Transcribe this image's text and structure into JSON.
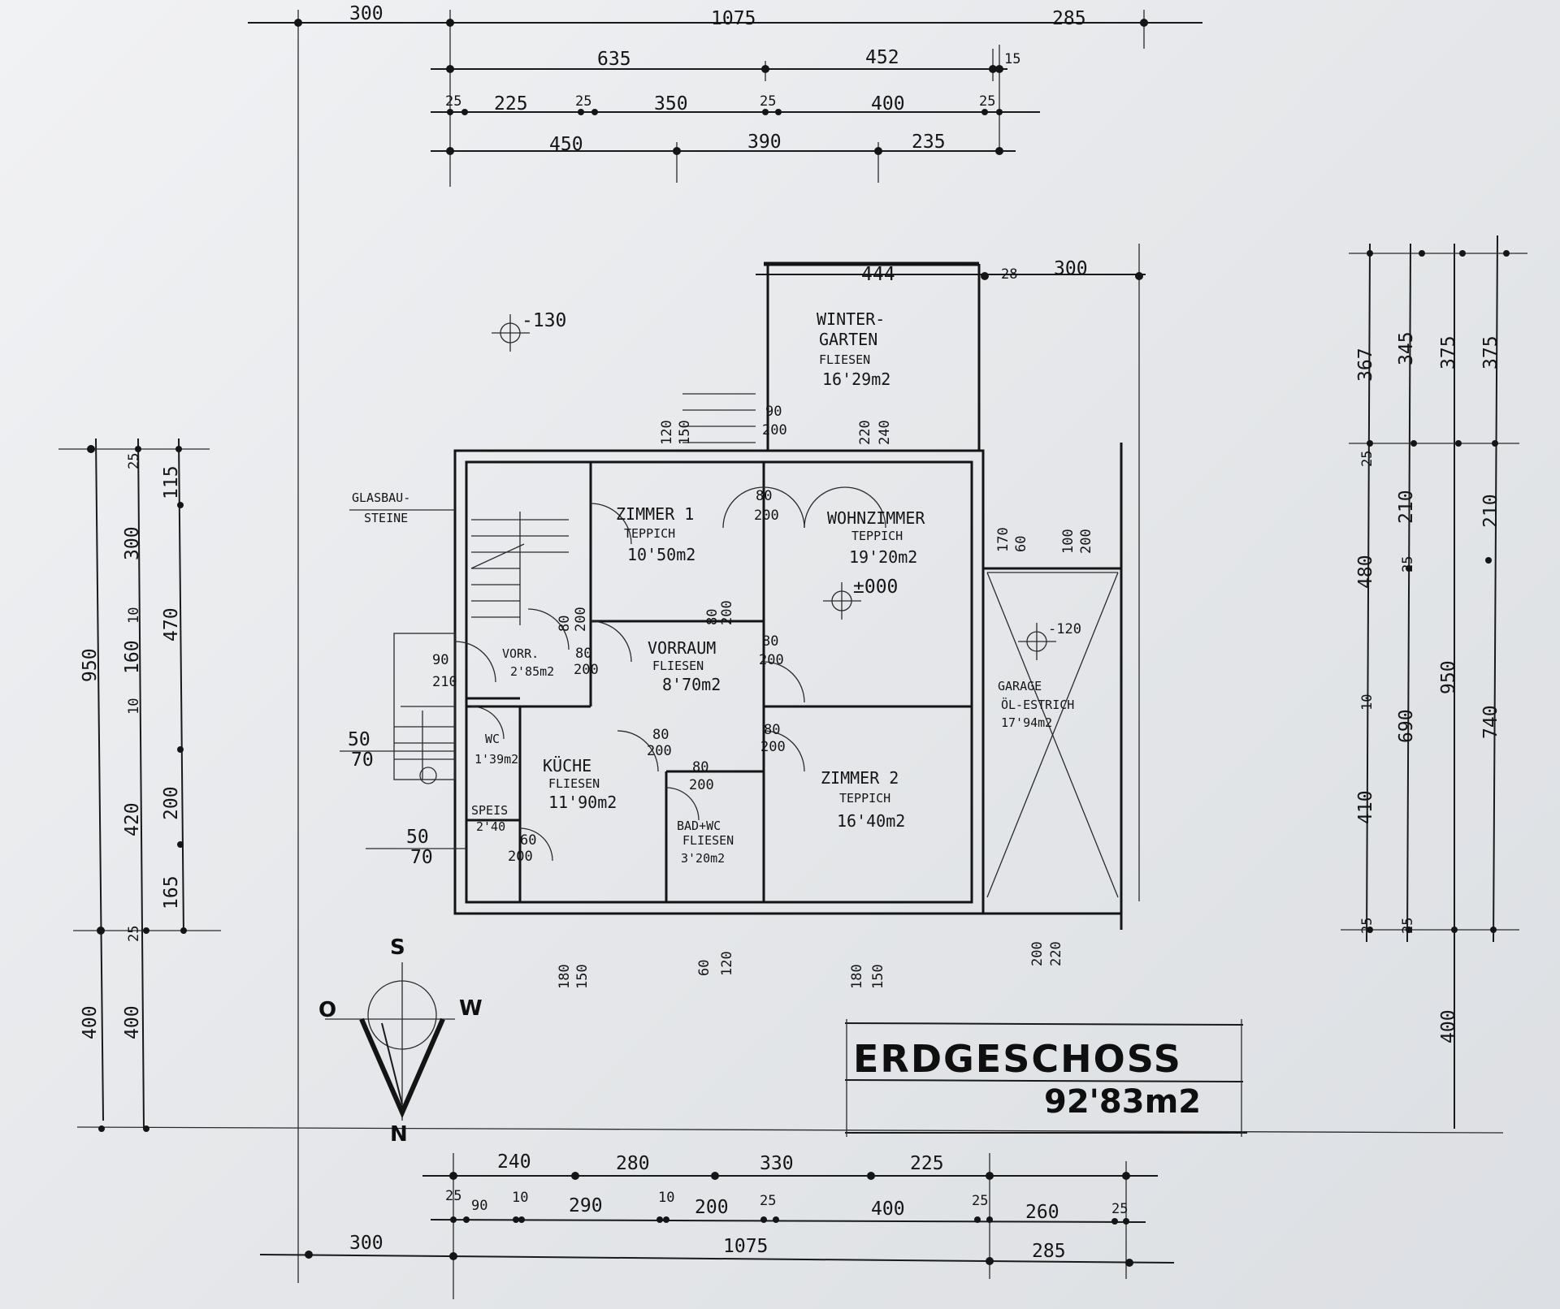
{
  "title_block": {
    "title": "ERDGESCHOSS",
    "area": "92'83m2"
  },
  "compass": {
    "south": "S",
    "west_de": "O",
    "east_de": "W",
    "north": "N"
  },
  "rooms": [
    {
      "name": "WINTER-",
      "name2": "GARTEN",
      "floor": "FLIESEN",
      "area": "16'29m2"
    },
    {
      "name": "ZIMMER 1",
      "floor": "TEPPICH",
      "area": "10'50m2"
    },
    {
      "name": "WOHNZIMMER",
      "floor": "TEPPICH",
      "area": "19'20m2"
    },
    {
      "name": "VORRAUM",
      "floor": "FLIESEN",
      "area": "8'70m2"
    },
    {
      "name": "VORR.",
      "area": "2'85m2"
    },
    {
      "name": "WC",
      "area": "1'39m2"
    },
    {
      "name": "KÜCHE",
      "floor": "FLIESEN",
      "area": "11'90m2"
    },
    {
      "name": "SPEIS",
      "area": "2'40"
    },
    {
      "name": "BAD+WC",
      "floor": "FLIESEN",
      "area": "3'20m2"
    },
    {
      "name": "ZIMMER 2",
      "floor": "TEPPICH",
      "area": "16'40m2"
    },
    {
      "name": "GARAGE",
      "floor": "ÖL-ESTRICH",
      "area": "17'94m2"
    }
  ],
  "notes": {
    "glass_blocks": "GLASBAU-",
    "glass_blocks2": "STEINE"
  },
  "levels": {
    "ground_outside": "-130",
    "living": "±000",
    "garage": "-120"
  },
  "dims_top": {
    "row1": [
      "300",
      "1075",
      "285"
    ],
    "row2": [
      "635",
      "452",
      "15"
    ],
    "row3": [
      "25",
      "225",
      "25",
      "350",
      "25",
      "400",
      "25"
    ],
    "row4": [
      "450",
      "390",
      "235"
    ],
    "wg": [
      "444",
      "28",
      "300"
    ]
  },
  "dims_bottom": {
    "row1": [
      "240",
      "280",
      "330",
      "225"
    ],
    "row2": [
      "25",
      "90",
      "10",
      "290",
      "10",
      "200",
      "25",
      "400",
      "25",
      "260",
      "25"
    ],
    "row3": [
      "300",
      "1075",
      "285"
    ]
  },
  "dims_left": {
    "outer": [
      "950",
      "400"
    ],
    "mid": [
      "25",
      "300",
      "10",
      "160",
      "10",
      "420",
      "25",
      "400"
    ],
    "inner": [
      "115",
      "470",
      "200",
      "165"
    ]
  },
  "dims_right": {
    "a": [
      "367",
      "25",
      "480",
      "10",
      "410",
      "25"
    ],
    "b": [
      "345",
      "210",
      "25",
      "690",
      "25"
    ],
    "c": [
      "375",
      "950",
      "400"
    ],
    "d": [
      "375",
      "210",
      "740"
    ]
  },
  "openings": {
    "a": [
      "120",
      "150"
    ],
    "b": [
      "90",
      "200"
    ],
    "c": [
      "220",
      "240"
    ],
    "d": [
      "80",
      "200"
    ],
    "e": [
      "80",
      "200"
    ],
    "f": [
      "80",
      "200"
    ],
    "g": [
      "80",
      "200"
    ],
    "h": [
      "80",
      "200"
    ],
    "i": [
      "80",
      "200"
    ],
    "j": [
      "80",
      "200"
    ],
    "k": [
      "90",
      "210"
    ],
    "l": [
      "60",
      "200"
    ],
    "m": [
      "50",
      "70"
    ],
    "n": [
      "50",
      "70"
    ],
    "o": [
      "170",
      "60"
    ],
    "p": [
      "100",
      "200"
    ],
    "q": [
      "180",
      "150"
    ],
    "r": [
      "60",
      "120"
    ],
    "s": [
      "180",
      "150"
    ],
    "t": [
      "200",
      "220"
    ],
    "u": [
      "80",
      "200"
    ]
  }
}
